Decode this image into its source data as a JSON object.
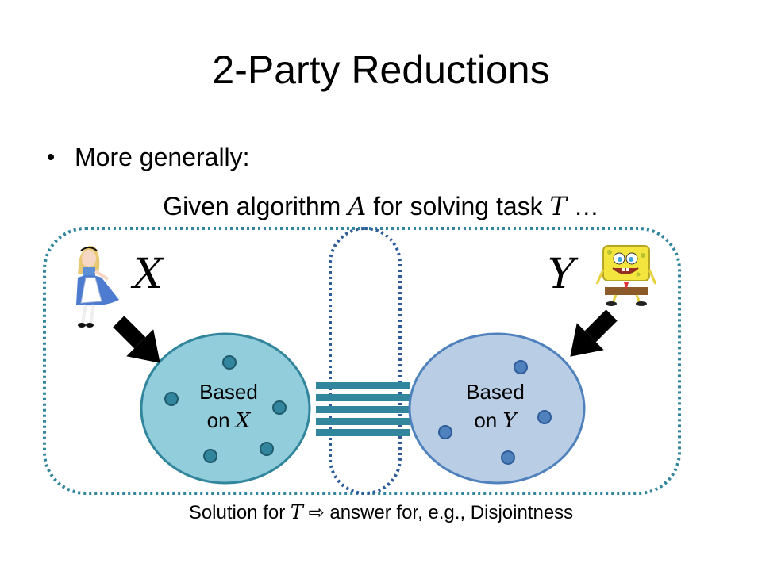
{
  "title": "2-Party Reductions",
  "bullet": {
    "text": "More generally:"
  },
  "subline": {
    "before": "Given algorithm ",
    "alg": "A",
    "middle": " for solving task ",
    "task": "T",
    "after": " …"
  },
  "party_left": {
    "input_label": "X",
    "bubble_line1": "Based",
    "bubble_line2_prefix": "on ",
    "bubble_var": "X"
  },
  "party_right": {
    "input_label": "Y",
    "bubble_line1": "Based",
    "bubble_line2_prefix": "on ",
    "bubble_var": "Y"
  },
  "bottom": {
    "before": "Solution for ",
    "task": "T",
    "arrow": " ⇨ ",
    "after": "answer for, e.g., Disjointness"
  },
  "colors": {
    "left_bubble": "#92CDDC",
    "right_bubble": "#B9CDE5",
    "channel": "#31859C",
    "dots_left": "#31859C",
    "dots_right": "#4F81BD",
    "dotted_outline": "#31859C",
    "dotted_middle": "#2E5C9A"
  }
}
